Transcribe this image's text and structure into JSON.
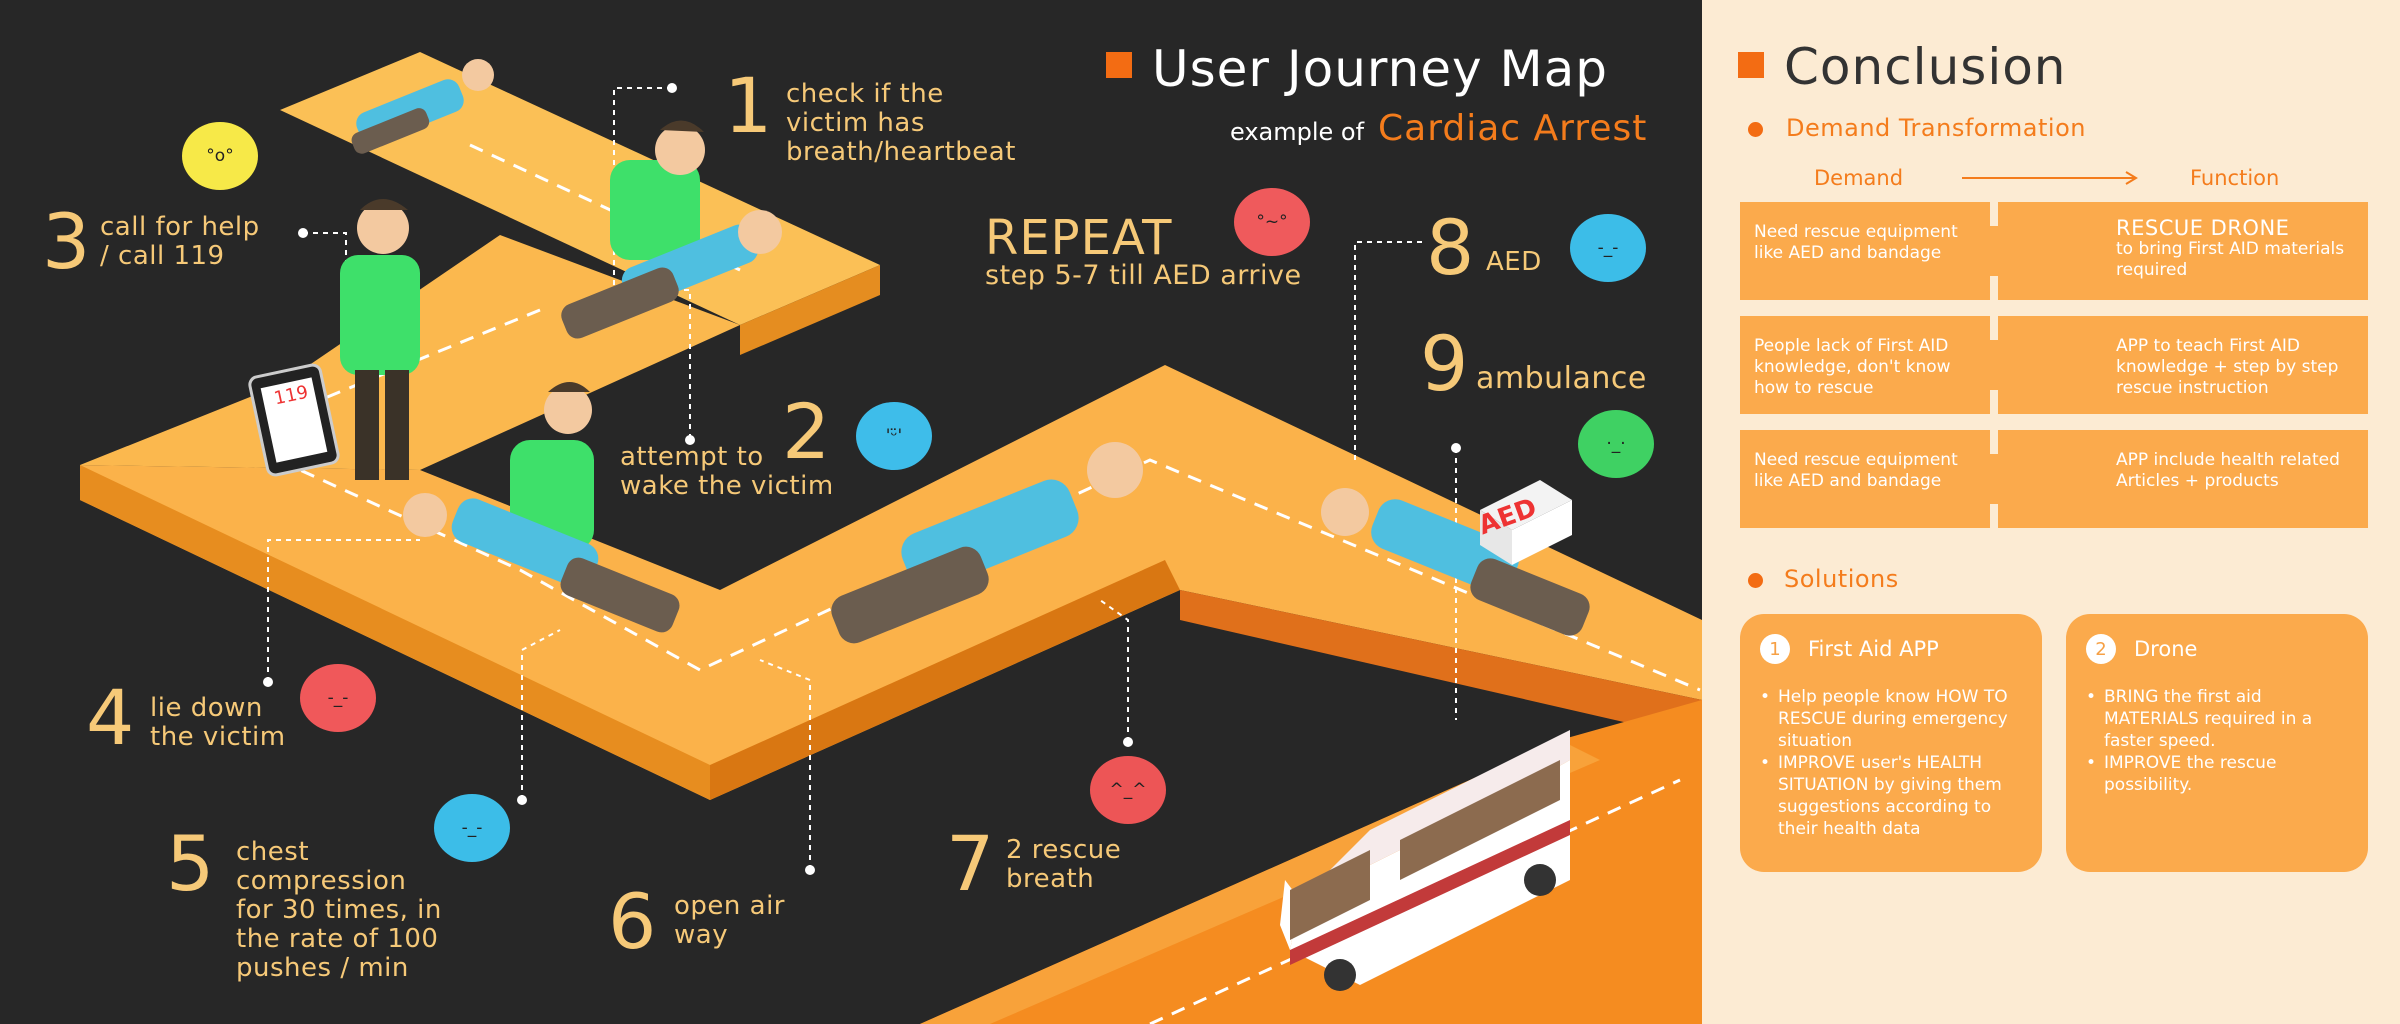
{
  "header": {
    "title": "User Journey Map",
    "subtitle_prefix": "example of",
    "subtitle_highlight": "Cardiac Arrest"
  },
  "repeat": {
    "title": "REPEAT",
    "text": "step 5-7 till AED arrive"
  },
  "steps": [
    {
      "number": "1",
      "label_lines": [
        "check if the",
        "victim has",
        "breath/heartbeat"
      ]
    },
    {
      "number": "2",
      "label_lines": [
        "attempt to",
        "wake the victim"
      ]
    },
    {
      "number": "3",
      "label_lines": [
        "call for help",
        "/ call 119"
      ]
    },
    {
      "number": "4",
      "label_lines": [
        "lie down",
        "the victim"
      ]
    },
    {
      "number": "5",
      "label_lines": [
        "chest",
        "compression",
        "for 30 times, in",
        "the rate of 100",
        "pushes / min"
      ]
    },
    {
      "number": "6",
      "label_lines": [
        "open air",
        "way"
      ]
    },
    {
      "number": "7",
      "label_lines": [
        "2 rescue",
        "breath"
      ]
    },
    {
      "number": "8",
      "label_lines": [
        "AED"
      ]
    },
    {
      "number": "9",
      "label_lines": [
        "ambulance"
      ]
    }
  ],
  "emojis": [
    {
      "face": "°o°",
      "color": "#f7e948"
    },
    {
      "face": "'ᵕ̈'",
      "color": "#3ebdea"
    },
    {
      "face": "°~°",
      "color": "#ef5a5c"
    },
    {
      "face": "-_-",
      "color": "#f0585a"
    },
    {
      "face": "-_-",
      "color": "#3cbde8"
    },
    {
      "face": "^_^",
      "color": "#ed5556"
    },
    {
      "face": "-_-",
      "color": "#3cbde8"
    },
    {
      "face": "·_·",
      "color": "#3fd163"
    }
  ],
  "props": {
    "phone_text": "119",
    "aed_text": "AED"
  },
  "conclusion": {
    "title": "Conclusion",
    "section1": "Demand Transformation",
    "col_demand": "Demand",
    "col_function": "Function",
    "rows": [
      {
        "demand": "Need rescue equipment like AED and bandage",
        "function_title": "RESCUE DRONE",
        "function": "to bring First AID materials required"
      },
      {
        "demand": "People lack of First AID knowledge, don't know how to rescue",
        "function_title": "",
        "function": "APP to teach First AID knowledge + step by step rescue instruction"
      },
      {
        "demand": "Need rescue equipment like AED and bandage",
        "function_title": "",
        "function": "APP include health related Articles + products"
      }
    ],
    "section2": "Solutions",
    "solutions": [
      {
        "index": "1",
        "title": "First Aid APP",
        "items": [
          "Help people know HOW TO RESCUE during emergency situation",
          "IMPROVE user's HEALTH SITUATION by giving them suggestions according to their health data"
        ]
      },
      {
        "index": "2",
        "title": "Drone",
        "items": [
          "BRING the first aid MATERIALS required in a faster speed.",
          "IMPROVE the rescue possibility."
        ]
      }
    ]
  },
  "colors": {
    "background": "#272727",
    "path_top": "#fbb84e",
    "path_side": "#e88a1c",
    "accent": "#f36c13",
    "label": "#f6c978",
    "panel": "#fcebd3",
    "card": "#fbaa4c"
  }
}
